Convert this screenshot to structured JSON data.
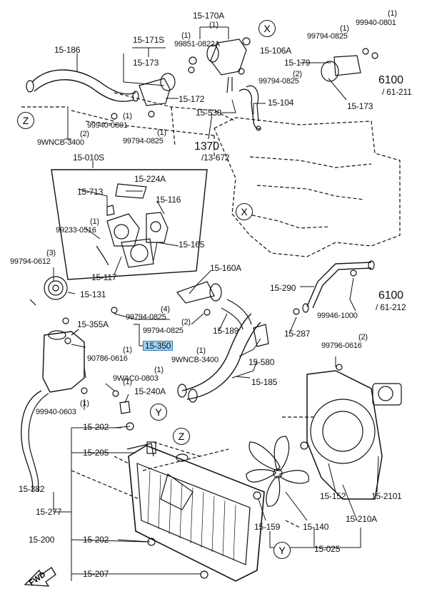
{
  "labels": {
    "p15_170A": "15-170A",
    "p15_171S": "15-171S",
    "p15_186": "15-186",
    "p15_173a": "15-173",
    "p99851": "99851-0822A",
    "p15_106A": "15-106A",
    "p99940_0801_top": "99940-0801",
    "p99794_0825_tr": "99794-0825",
    "p15_179": "15-179",
    "p6100a": "6100",
    "p61_211": "/ 61-211",
    "p99794_0825_mid": "99794-0825",
    "p15_172": "15-172",
    "p15_173b": "15-173",
    "p15_104": "15-104",
    "p15_538": "15-538",
    "p99940_0801_left": "99940-0801",
    "p9WNCB_3400_top": "9WNCB-3400",
    "p99794_0825_l": "99794-0825",
    "p1370": "1370",
    "p13_672": "/13-672",
    "p15_010S": "15-010S",
    "p15_224A": "15-224A",
    "p15_713": "15-713",
    "p15_116": "15-116",
    "p99233": "99233-0516",
    "p15_165": "15-165",
    "p99794_0612": "99794-0612",
    "p15_117": "15-117",
    "p15_131": "15-131",
    "p15_160A": "15-160A",
    "p15_290": "15-290",
    "p6100b": "6100",
    "p61_212": "/ 61-212",
    "p99946": "99946-1000",
    "p99794_0825_b1": "99794-0825",
    "p99794_0825_b2": "99794-0825",
    "p15_355A": "15-355A",
    "p15_189": "15-189",
    "p15_287": "15-287",
    "p15_350": "15-350",
    "p90786": "90786-0616",
    "p9WNCB_3400_b": "9WNCB-3400",
    "p15_580": "15-580",
    "p99796": "99796-0616",
    "p9WAC0": "9WAC0-0803",
    "p15_240A": "15-240A",
    "p15_185": "15-185",
    "p99940_0603": "99940-0603",
    "p15_202a": "15-202",
    "p15_205": "15-205",
    "p15_382": "15-382",
    "p15_152": "15-152",
    "p15_2101": "15-2101",
    "p15_277": "15-277",
    "p15_159": "15-159",
    "p15_140": "15-140",
    "p15_210A": "15-210A",
    "p15_200": "15-200",
    "p15_202b": "15-202",
    "p15_025": "15-025",
    "p15_207": "15-207",
    "fwd": "FWD"
  },
  "quantities": {
    "q1": "(1)",
    "q2": "(2)",
    "q3": "(3)",
    "q4": "(4)"
  },
  "refs": {
    "X": "X",
    "Y": "Y",
    "Z": "Z"
  }
}
